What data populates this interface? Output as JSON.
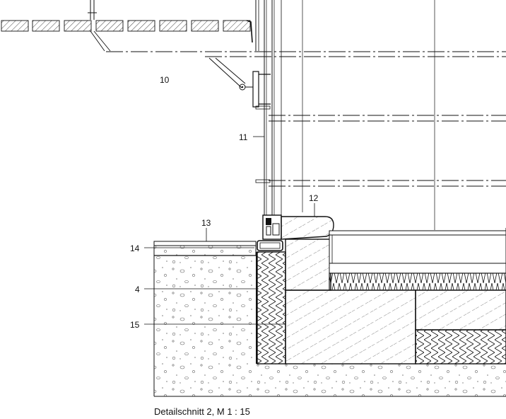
{
  "labels": {
    "l10": "10",
    "l11": "11",
    "l12": "12",
    "l13": "13",
    "l14": "14",
    "l4": "4",
    "l15": "15"
  },
  "caption": "Detailschnitt 2, M 1 : 15"
}
